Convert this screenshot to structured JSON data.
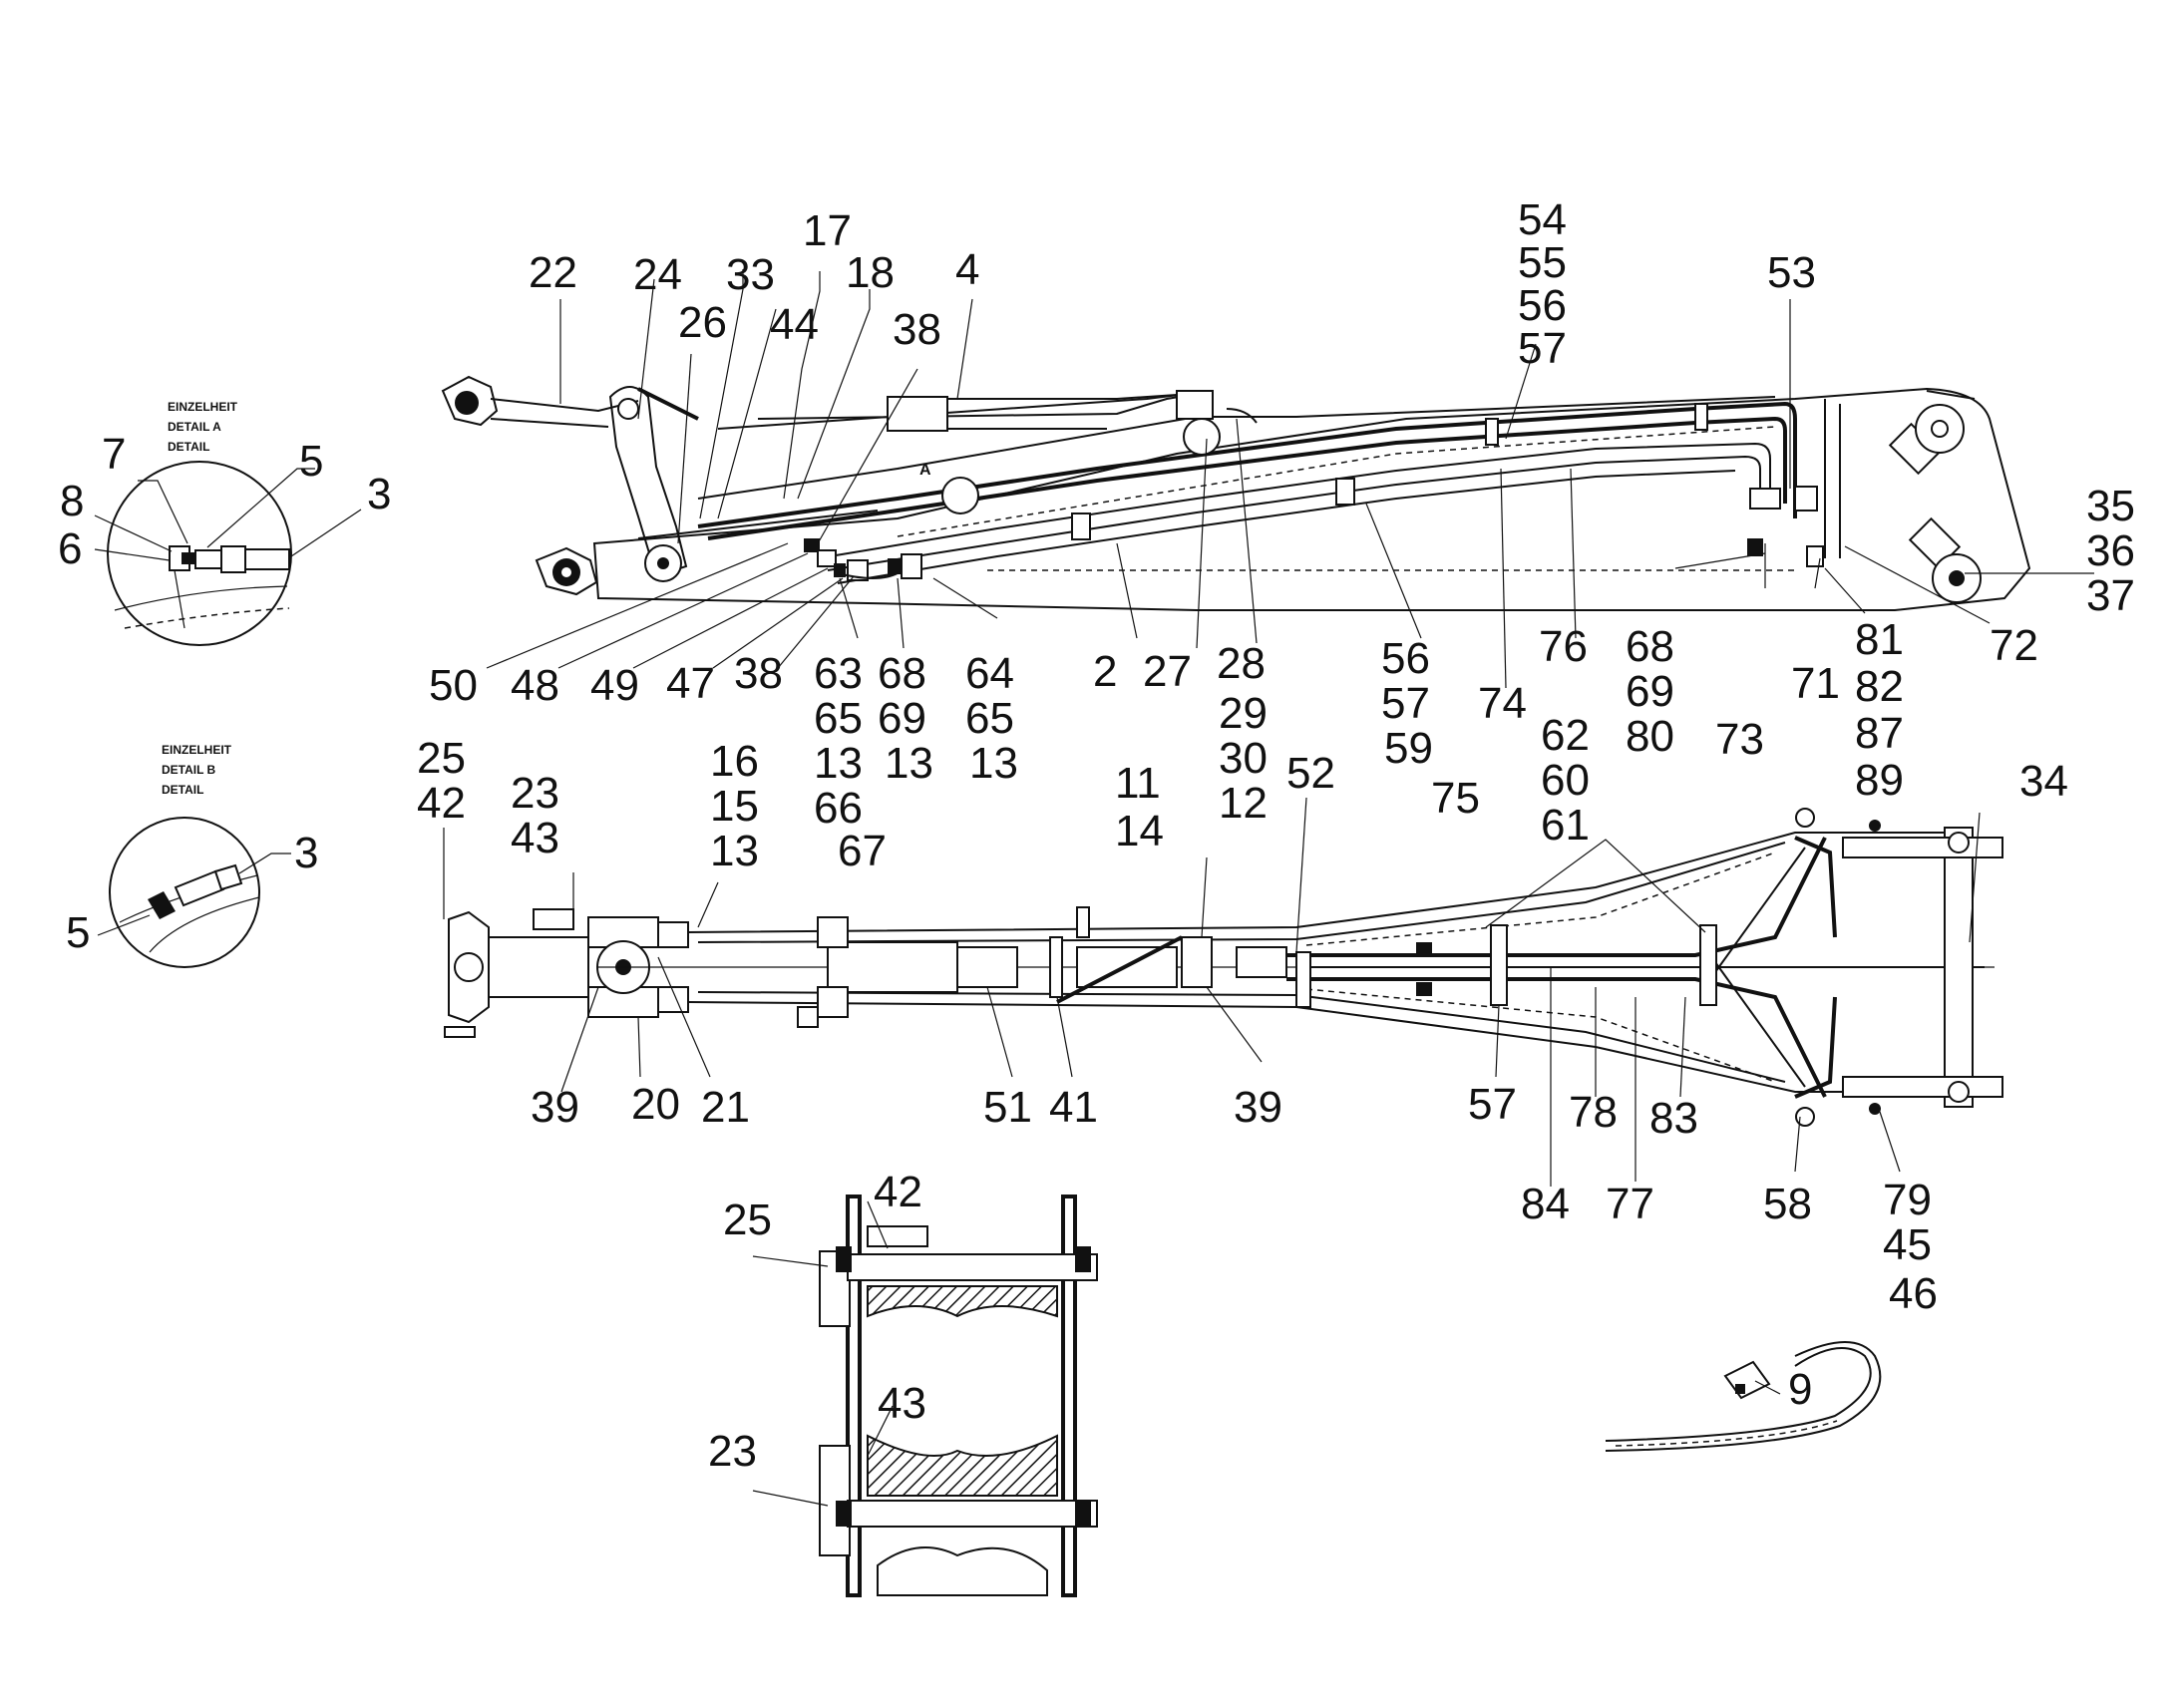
{
  "details": {
    "detail_a_lines": [
      "EINZELHEIT",
      "DETAIL A",
      "DETAIL"
    ],
    "detail_b_lines": [
      "EINZELHEIT",
      "DETAIL B",
      "DETAIL"
    ],
    "marker_a": "A"
  },
  "callouts": {
    "detail_a": [
      "7",
      "5",
      "8",
      "6",
      "3"
    ],
    "detail_b": [
      "3",
      "5"
    ],
    "side_view": [
      "22",
      "24",
      "33",
      "26",
      "17",
      "44",
      "18",
      "4",
      "38",
      "54",
      "55",
      "56",
      "57",
      "53",
      "35",
      "36",
      "37",
      "50",
      "48",
      "49",
      "47",
      "38",
      "63",
      "65",
      "13",
      "66",
      "67",
      "68",
      "69",
      "13",
      "64",
      "65",
      "13",
      "2",
      "27",
      "28",
      "29",
      "30",
      "12",
      "56",
      "57",
      "59",
      "74",
      "76",
      "68",
      "69",
      "80",
      "73",
      "71",
      "81",
      "82",
      "87",
      "89",
      "72",
      "62",
      "60",
      "61",
      "75"
    ],
    "top_view": [
      "25",
      "42",
      "23",
      "43",
      "16",
      "15",
      "13",
      "11",
      "14",
      "52",
      "34",
      "39",
      "20",
      "21",
      "51",
      "41",
      "39",
      "57",
      "84",
      "78",
      "77",
      "83",
      "58",
      "79",
      "45",
      "46"
    ],
    "section_view": [
      "42",
      "25",
      "43",
      "23"
    ],
    "part_9": [
      "9"
    ]
  },
  "colors": {
    "ink": "#111111",
    "paper": "#ffffff"
  }
}
